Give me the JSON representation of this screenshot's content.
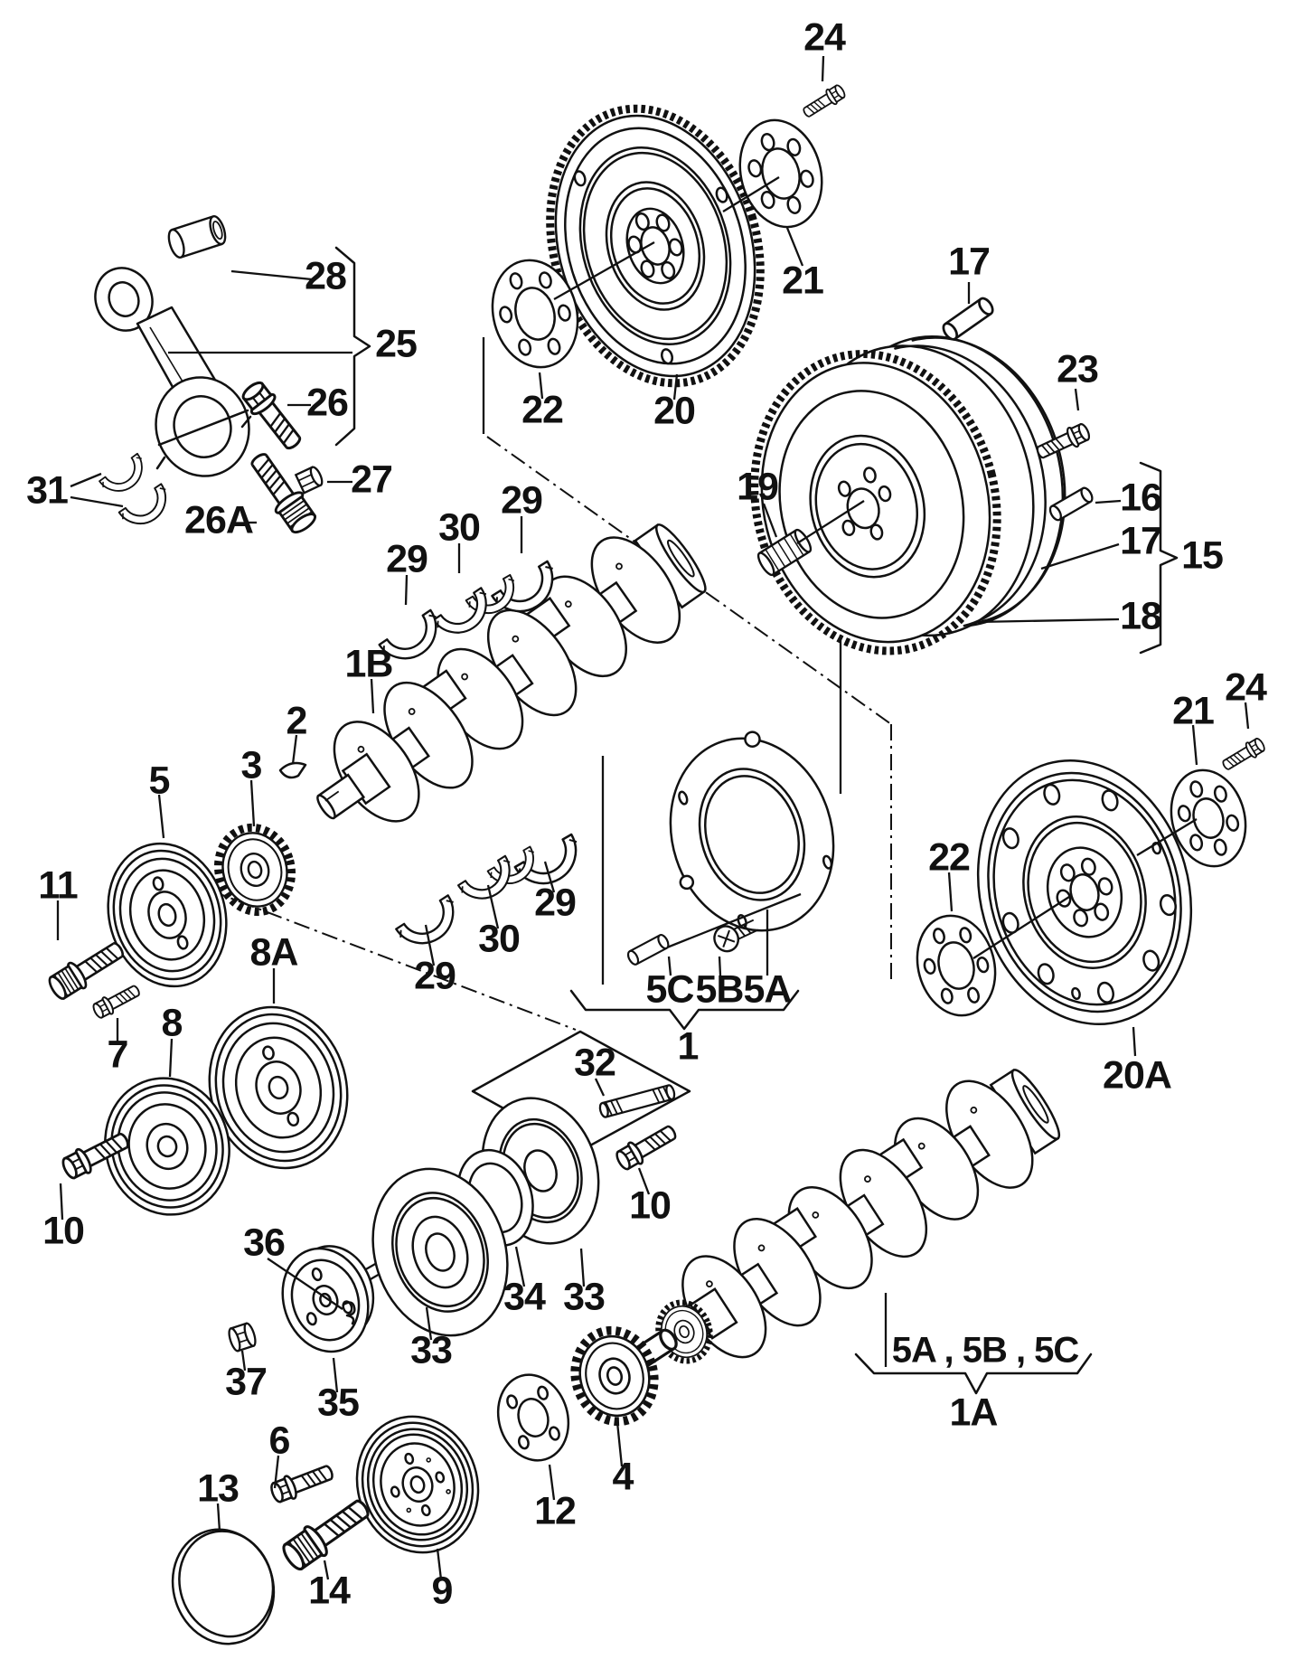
{
  "figure": {
    "kind": "exploded-parts-diagram",
    "subject": "crankshaft with flywheel, bearings and pulleys",
    "background_color": "#ffffff",
    "line_color": "#111111",
    "callouts": {
      "bolt_24_top": "24",
      "plate_21_top": "21",
      "pin_17_top": "17",
      "bushing_28": "28",
      "conrod_group_25": "25",
      "conrod_bolt_26": "26",
      "dmf_bolt_23": "23",
      "conrod_nut_27": "27",
      "conrod_shells_31": "31",
      "conrod_bolt_26A": "26A",
      "gasket_22_top": "22",
      "flywheel_20": "20",
      "needle_bearing_19": "19",
      "pin_16": "16",
      "pin_17_right": "17",
      "dmf_group_15": "15",
      "ring_gear_18": "18",
      "shell_29_upper_right": "29",
      "shell_30_upper": "30",
      "shell_29_upper_left": "29",
      "crankshaft_1B": "1B",
      "key_2": "2",
      "sprocket_3": "3",
      "pulley_5": "5",
      "bolt_11": "11",
      "bolt_24_right": "24",
      "plate_21_right": "21",
      "gasket_22_right": "22",
      "pulley_8A": "8A",
      "pulley_8": "8",
      "bolt_7": "7",
      "shell_29_lower_right": "29",
      "shell_30_lower": "30",
      "shell_29_lower_left": "29",
      "pin_5C": "5C",
      "screw_5B": "5B",
      "flange_5A": "5A",
      "flange_group_1": "1",
      "stud_32": "32",
      "drive_plate_20A": "20A",
      "bolt_10_left": "10",
      "bolt_10_right": "10",
      "clip_36": "36",
      "ring_34": "34",
      "disc_33_right": "33",
      "disc_33_center": "33",
      "nut_37": "37",
      "hub_35": "35",
      "bolt_6": "6",
      "cover_13": "13",
      "sprocket_4": "4",
      "gasket_12": "12",
      "bolt_14": "14",
      "pulley_9": "9",
      "crank_1A_items": "5A , 5B , 5C",
      "crankshaft_1A": "1A"
    }
  }
}
